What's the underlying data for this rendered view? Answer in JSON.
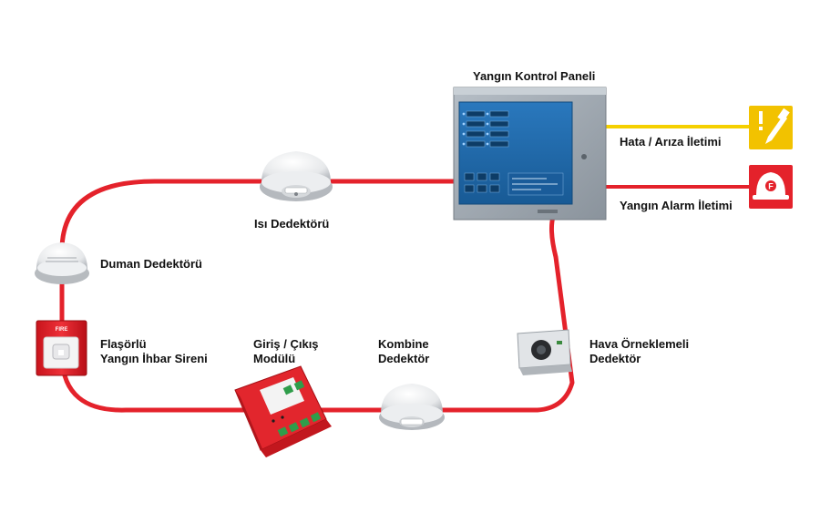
{
  "labels": {
    "control_panel": "Yangın Kontrol Paneli",
    "fault_signal": "Hata / Arıza İletimi",
    "alarm_signal": "Yangın Alarm İletimi",
    "heat_detector": "Isı Dedektörü",
    "smoke_detector": "Duman Dedektörü",
    "strobe_siren_line1": "Flaşörlü",
    "strobe_siren_line2": "Yangın İhbar Sireni",
    "io_module_line1": "Giriş / Çıkış",
    "io_module_line2": "Modülü",
    "combined_detector_line1": "Kombine",
    "combined_detector_line2": "Dedektör",
    "air_sampling_line1": "Hava Örneklemeli",
    "air_sampling_line2": "Dedektör",
    "siren_badge": "FIRE"
  },
  "icons": {
    "fault": "screwdriver-warning-icon",
    "alarm": "fire-helmet-icon"
  },
  "colors": {
    "loop": "#e4222b",
    "fault_line": "#f5d000",
    "fault_icon_bg": "#f2c200",
    "alarm_icon_bg": "#e4222b",
    "panel_body": "#9aa3ac",
    "panel_door": "#1f67a8"
  }
}
